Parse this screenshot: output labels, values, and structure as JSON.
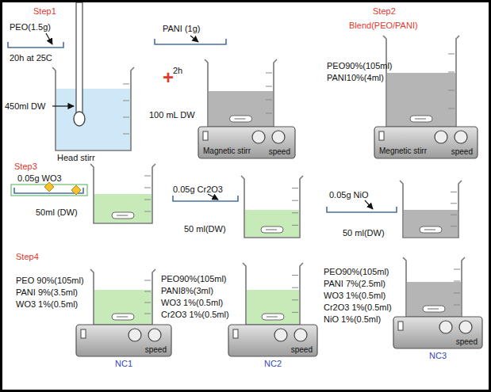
{
  "diagram": {
    "nodes": [
      {
        "text": [
          "Magnetic stirr",
          "speed"
        ]
      },
      {
        "text": [
          "Megnetic stirr",
          "speed"
        ]
      },
      {
        "text": [
          "speed",
          "NC1"
        ]
      },
      {
        "text": [
          "speed",
          "NC2"
        ]
      },
      {
        "text": [
          "speed",
          "NC3"
        ]
      }
    ],
    "labels": [
      "Step1",
      "PEO(1.5g)",
      "20h at 25C",
      "450ml DW",
      "Head stirr",
      "PANI (1g)",
      "+",
      "2h",
      "100 mL DW",
      "Step2",
      "Blend(PEO/PANI)",
      "PEO90%(105ml)",
      "PANI10%(4ml)",
      "Step3",
      "0.05g WO3",
      "50ml (DW)",
      "0.05g Cr2O3",
      "50 ml(DW)",
      "0.05g NiO",
      "50 ml(DW)",
      "Step4",
      "PEO 90%(105ml)",
      "PANI 9%(3.5ml)",
      "WO3 1%(0.5ml)",
      "PEO90%(105ml)",
      "PANI8%(3ml)",
      "WO3 1%(0.5ml)",
      "Cr2O3 1%(0.5ml)",
      "PEO90%(105ml)",
      "PANI 7%(2.5ml)",
      "WO3 1%(0.5ml)",
      "Cr2O3 1%(0.5ml)",
      "NiO 1%(0.5ml)"
    ]
  }
}
